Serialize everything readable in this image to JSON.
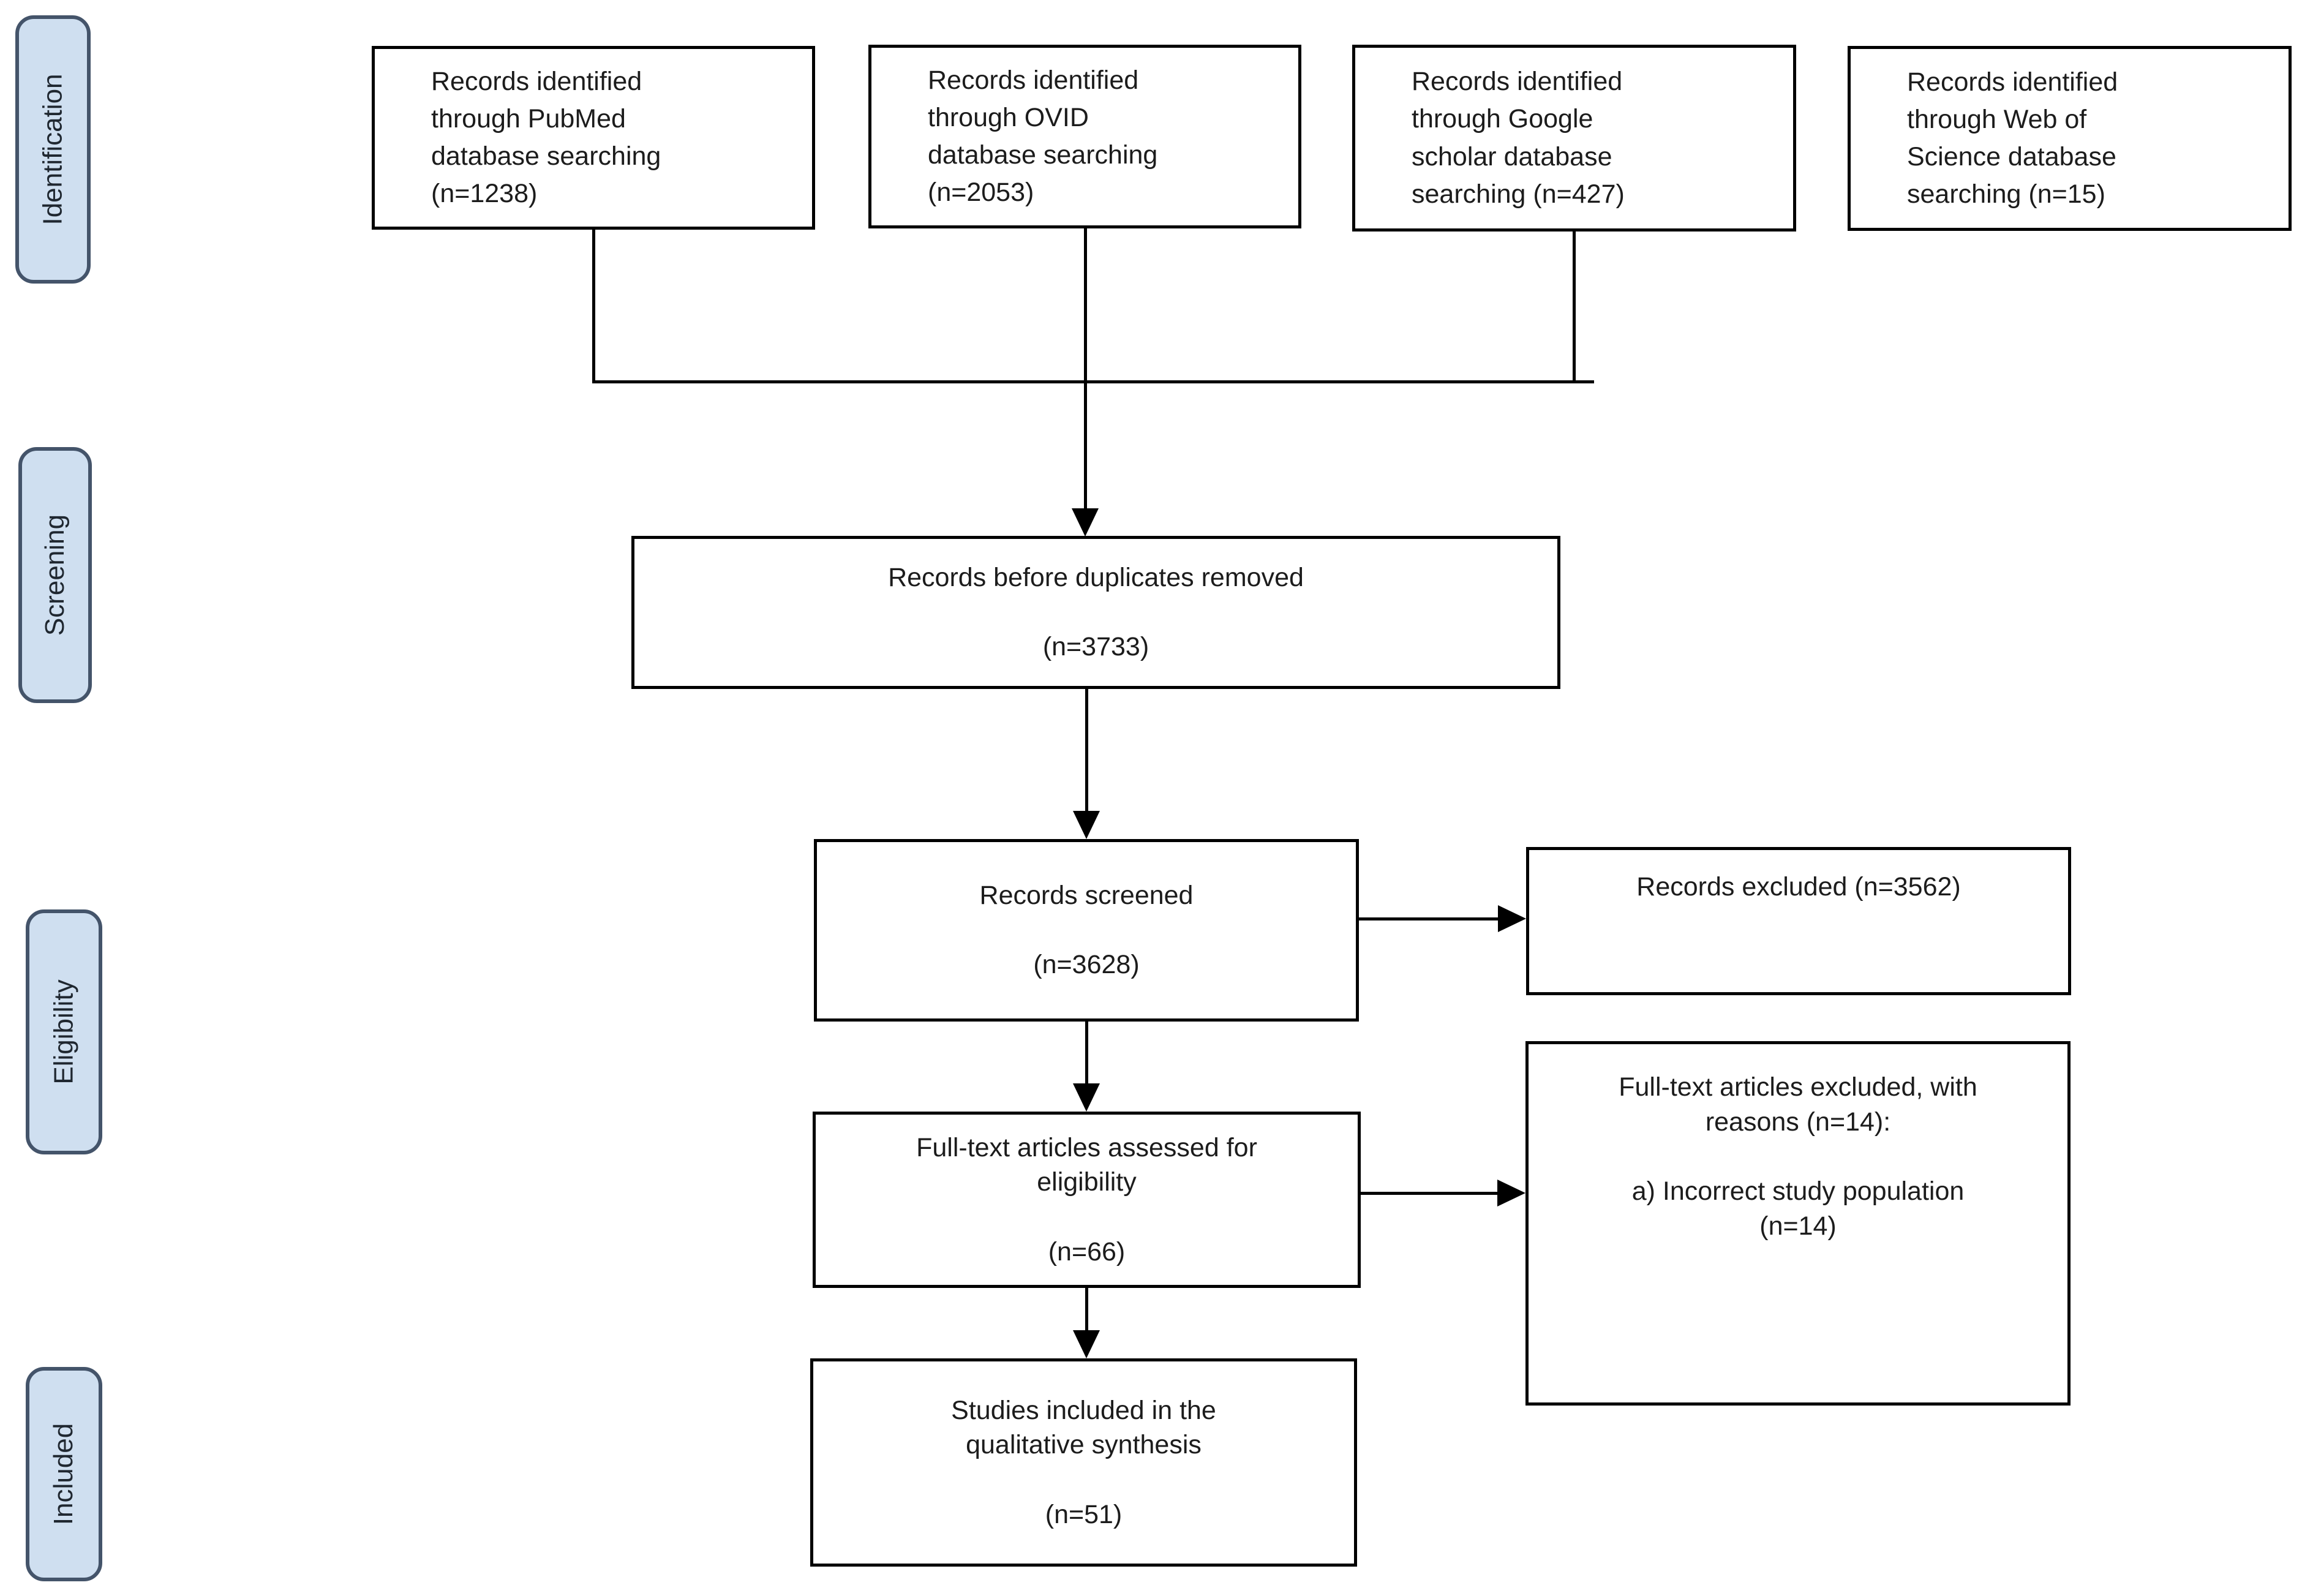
{
  "sidebar": {
    "stages": [
      {
        "label": "Identification"
      },
      {
        "label": "Screening"
      },
      {
        "label": "Eligibility"
      },
      {
        "label": "Included"
      }
    ]
  },
  "boxes": {
    "pubmed": {
      "text": "Records identified\nthrough PubMed\ndatabase searching\n(n=1238)"
    },
    "ovid": {
      "text": "Records identified\nthrough OVID\ndatabase searching\n(n=2053)"
    },
    "google_scholar": {
      "text": "Records identified\nthrough Google\nscholar database\nsearching (n=427)"
    },
    "web_of_science": {
      "text": "Records identified\nthrough Web of\nScience database\nsearching (n=15)"
    },
    "before_duplicates": {
      "text": "Records before duplicates removed\n\n(n=3733)"
    },
    "screened": {
      "text": "Records screened\n\n(n=3628)"
    },
    "records_excluded": {
      "text": "Records excluded (n=3562)"
    },
    "fulltext_assessed": {
      "text": "Full-text articles assessed for\neligibility\n\n(n=66)"
    },
    "fulltext_excluded": {
      "text": "Full-text articles excluded, with\nreasons (n=14):\n\na) Incorrect study population\n(n=14)"
    },
    "included_studies": {
      "text": "Studies included in the\nqualitative synthesis\n\n(n=51)"
    }
  },
  "colors": {
    "stage_fill": "#cfdff0",
    "stage_border": "#44546a",
    "box_border": "#000000",
    "connector": "#000000"
  }
}
